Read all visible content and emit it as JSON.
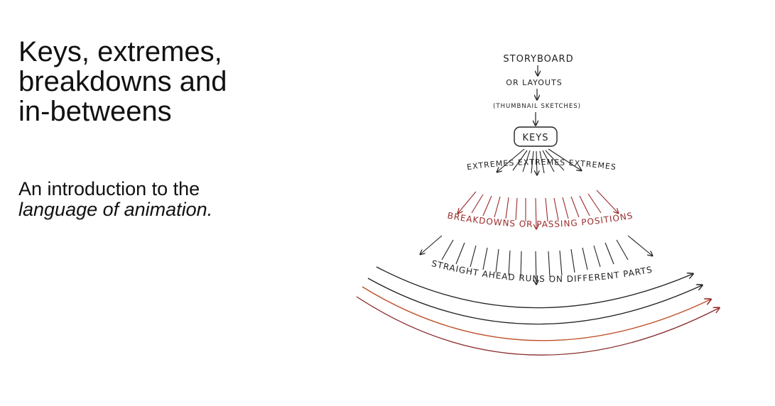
{
  "slide": {
    "title_lines": [
      "Keys, extremes,",
      "breakdowns and",
      "in-betweens"
    ],
    "subtitle_line1": "An introduction to the",
    "subtitle_line2": "language of animation."
  },
  "diagram": {
    "step1": "STORYBOARD",
    "step2": "OR LAYOUTS",
    "step3": "(THUMBNAIL SKETCHES)",
    "keys": "KEYS",
    "extremes": "EXTREMES EXTREMES EXTREMES",
    "breakdowns": "BREAKDOWNS OR PASSING POSITIONS",
    "straight_ahead": "STRAIGHT AHEAD RUNS ON DIFFERENT PARTS",
    "colors": {
      "ink": "#222222",
      "red": "#9a2b2b",
      "orange": "#c0502a"
    }
  }
}
